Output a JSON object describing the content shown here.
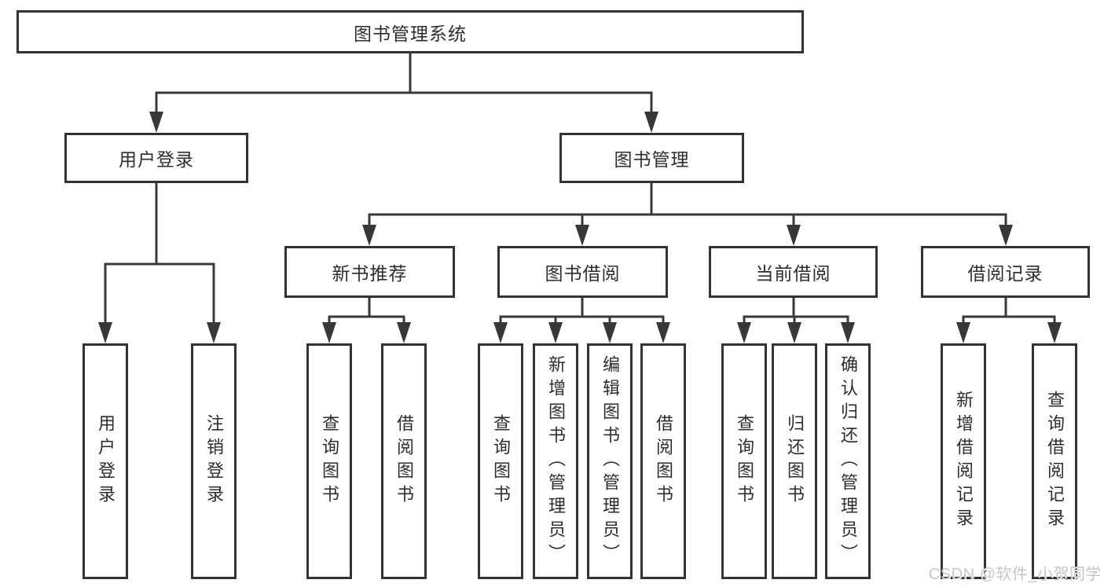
{
  "diagram": {
    "title": "图书管理系统",
    "root": {
      "label": "图书管理系统"
    },
    "level2": [
      {
        "label": "用户登录"
      },
      {
        "label": "图书管理"
      }
    ],
    "level3": [
      {
        "label": "新书推荐"
      },
      {
        "label": "图书借阅"
      },
      {
        "label": "当前借阅"
      },
      {
        "label": "借阅记录"
      }
    ],
    "leaves": [
      {
        "label": "用户登录",
        "parent": "用户登录"
      },
      {
        "label": "注销登录",
        "parent": "用户登录"
      },
      {
        "label": "查询图书",
        "parent": "新书推荐"
      },
      {
        "label": "借阅图书",
        "parent": "新书推荐"
      },
      {
        "label": "查询图书",
        "parent": "图书借阅"
      },
      {
        "label": "新增图书（管理员）",
        "parent": "图书借阅"
      },
      {
        "label": "编辑图书（管理员）",
        "parent": "图书借阅"
      },
      {
        "label": "借阅图书",
        "parent": "图书借阅"
      },
      {
        "label": "查询图书",
        "parent": "当前借阅"
      },
      {
        "label": "归还图书",
        "parent": "当前借阅"
      },
      {
        "label": "确认归还（管理员）",
        "parent": "当前借阅"
      },
      {
        "label": "新增借阅记录",
        "parent": "借阅记录"
      },
      {
        "label": "查询借阅记录",
        "parent": "借阅记录"
      }
    ]
  },
  "watermark": {
    "text": "CSDN @软件_小贺同学"
  },
  "colors": {
    "line": "#383838",
    "box_border": "#333333",
    "text": "#2d2d2d",
    "watermark": "#c6c6c6",
    "background": "#ffffff"
  }
}
